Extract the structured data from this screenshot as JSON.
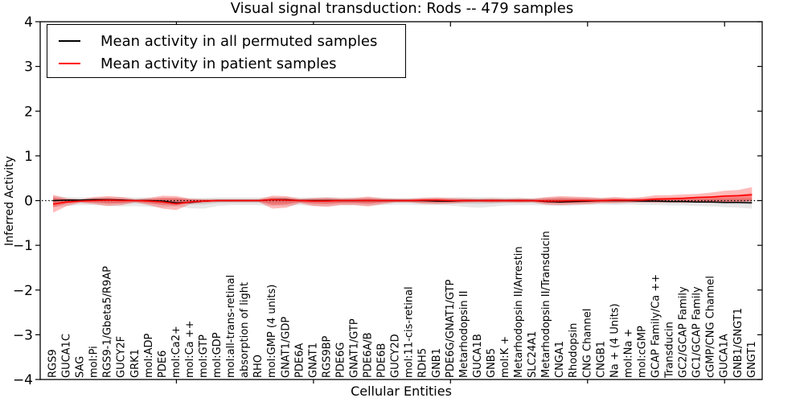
{
  "chart_data": {
    "type": "line",
    "title": "Visual signal transduction: Rods -- 479 samples",
    "xlabel": "Cellular Entities",
    "ylabel": "Inferred Activity",
    "ylim": [
      -4,
      4
    ],
    "yticks": [
      4,
      3,
      2,
      1,
      0,
      -1,
      -2,
      -3,
      -4
    ],
    "xtick_positions": [
      10,
      20,
      30,
      40,
      50
    ],
    "grid": false,
    "legend_position": "upper left",
    "zero_line_style": "dotted",
    "n_categories": 52,
    "categories": [
      "RGS9",
      "GUCA1C",
      "SAG",
      "mol:Pi",
      "RGS9-1/Gbeta5/R9AP",
      "GUCY2F",
      "GRK1",
      "mol:ADP",
      "PDE6",
      "mol:Ca2+",
      "mol:Ca ++",
      "mol:GTP",
      "mol:GDP",
      "mol:all-trans-retinal",
      "absorption of light",
      "RHO",
      "mol:GMP (4 units)",
      "GNAT1/GDP",
      "PDE6A",
      "GNAT1",
      "RGS9BP",
      "PDE6G",
      "GNAT1/GTP",
      "PDE6A/B",
      "PDE6B",
      "GUCY2D",
      "mol:11-cis-retinal",
      "RDH5",
      "GNB1",
      "PDE6G/GNAT1/GTP",
      "Metarhodopsin II",
      "GUCA1B",
      "GNB5",
      "mol:K +",
      "Metarhodopsin II/Arrestin",
      "SLC24A1",
      "Metarhodopsin II/Transducin",
      "CNGA1",
      "Rhodopsin",
      "CNG Channel",
      "CNGB1",
      "Na + (4 Units)",
      "mol:Na +",
      "mol:cGMP",
      "GCAP Family/Ca ++",
      "Transducin",
      "GC2/GCAP Family",
      "GC1/GCAP Family",
      "cGMP/CNG Channel",
      "GUCA1A",
      "GNB1/GNGT1",
      "GNGT1"
    ],
    "series": [
      {
        "name": "Mean activity in all permuted samples",
        "color": "#000000",
        "band_color": "rgba(0,0,0,0.09)",
        "values": [
          0.0,
          0.01,
          0.01,
          0.02,
          0.02,
          0.01,
          0.0,
          0.0,
          -0.01,
          -0.05,
          -0.04,
          -0.01,
          0.0,
          0.0,
          0.0,
          0.0,
          0.02,
          0.02,
          0.0,
          0.0,
          0.0,
          0.0,
          0.0,
          0.0,
          0.0,
          0.0,
          0.0,
          0.0,
          -0.01,
          -0.01,
          0.0,
          0.0,
          0.0,
          0.0,
          0.0,
          0.0,
          -0.02,
          -0.03,
          -0.02,
          -0.01,
          0.0,
          0.0,
          0.0,
          -0.01,
          -0.01,
          -0.02,
          -0.02,
          -0.03,
          -0.03,
          -0.04,
          -0.04,
          -0.05
        ],
        "band_hi": [
          0.1,
          0.08,
          0.07,
          0.07,
          0.08,
          0.08,
          0.07,
          0.07,
          0.07,
          0.07,
          0.06,
          0.06,
          0.07,
          0.07,
          0.07,
          0.07,
          0.08,
          0.08,
          0.07,
          0.07,
          0.08,
          0.07,
          0.07,
          0.07,
          0.07,
          0.06,
          0.06,
          0.07,
          0.07,
          0.07,
          0.08,
          0.08,
          0.08,
          0.07,
          0.07,
          0.06,
          0.07,
          0.08,
          0.07,
          0.07,
          0.06,
          0.07,
          0.06,
          0.06,
          0.06,
          0.06,
          0.06,
          0.06,
          0.07,
          0.07,
          0.07,
          0.08
        ],
        "band_lo": [
          -0.15,
          -0.12,
          -0.1,
          -0.1,
          -0.12,
          -0.13,
          -0.12,
          -0.14,
          -0.15,
          -0.13,
          -0.17,
          -0.18,
          -0.12,
          -0.1,
          -0.1,
          -0.1,
          -0.12,
          -0.12,
          -0.1,
          -0.12,
          -0.12,
          -0.1,
          -0.1,
          -0.11,
          -0.1,
          -0.09,
          -0.09,
          -0.1,
          -0.1,
          -0.11,
          -0.14,
          -0.16,
          -0.14,
          -0.11,
          -0.1,
          -0.1,
          -0.11,
          -0.12,
          -0.11,
          -0.1,
          -0.09,
          -0.1,
          -0.09,
          -0.1,
          -0.1,
          -0.11,
          -0.11,
          -0.12,
          -0.13,
          -0.15,
          -0.16,
          -0.18
        ]
      },
      {
        "name": "Mean activity in patient samples",
        "color": "#ff0000",
        "band_color": "rgba(255,0,0,0.27)",
        "values": [
          -0.08,
          -0.03,
          -0.01,
          0.0,
          0.01,
          0.0,
          0.0,
          -0.01,
          -0.03,
          -0.07,
          -0.03,
          -0.01,
          0.0,
          0.0,
          0.0,
          0.0,
          0.02,
          0.01,
          0.0,
          -0.01,
          -0.01,
          0.0,
          0.0,
          0.0,
          0.0,
          0.0,
          0.0,
          0.01,
          0.01,
          0.0,
          0.0,
          0.0,
          0.0,
          0.0,
          0.0,
          0.0,
          -0.01,
          -0.01,
          0.0,
          0.0,
          0.0,
          0.01,
          0.01,
          0.01,
          0.03,
          0.04,
          0.05,
          0.07,
          0.08,
          0.1,
          0.11,
          0.13
        ],
        "band_hi": [
          0.13,
          0.05,
          0.03,
          0.08,
          0.1,
          0.08,
          0.03,
          0.06,
          0.11,
          0.1,
          0.04,
          0.03,
          0.03,
          0.03,
          0.03,
          0.03,
          0.11,
          0.1,
          0.04,
          0.06,
          0.07,
          0.05,
          0.06,
          0.09,
          0.05,
          0.04,
          0.04,
          0.06,
          0.07,
          0.06,
          0.05,
          0.04,
          0.05,
          0.04,
          0.05,
          0.04,
          0.08,
          0.1,
          0.09,
          0.08,
          0.06,
          0.08,
          0.06,
          0.08,
          0.12,
          0.12,
          0.14,
          0.15,
          0.18,
          0.22,
          0.24,
          0.3
        ],
        "band_lo": [
          -0.27,
          -0.12,
          -0.05,
          -0.08,
          -0.12,
          -0.1,
          -0.04,
          -0.1,
          -0.18,
          -0.21,
          -0.08,
          -0.05,
          -0.03,
          -0.03,
          -0.03,
          -0.03,
          -0.18,
          -0.16,
          -0.06,
          -0.12,
          -0.14,
          -0.1,
          -0.1,
          -0.13,
          -0.08,
          -0.04,
          -0.04,
          -0.07,
          -0.08,
          -0.07,
          -0.05,
          -0.04,
          -0.05,
          -0.04,
          -0.05,
          -0.04,
          -0.09,
          -0.1,
          -0.09,
          -0.08,
          -0.06,
          -0.06,
          -0.05,
          -0.04,
          -0.05,
          -0.04,
          -0.05,
          -0.04,
          -0.05,
          -0.04,
          -0.03,
          -0.02
        ]
      }
    ]
  }
}
